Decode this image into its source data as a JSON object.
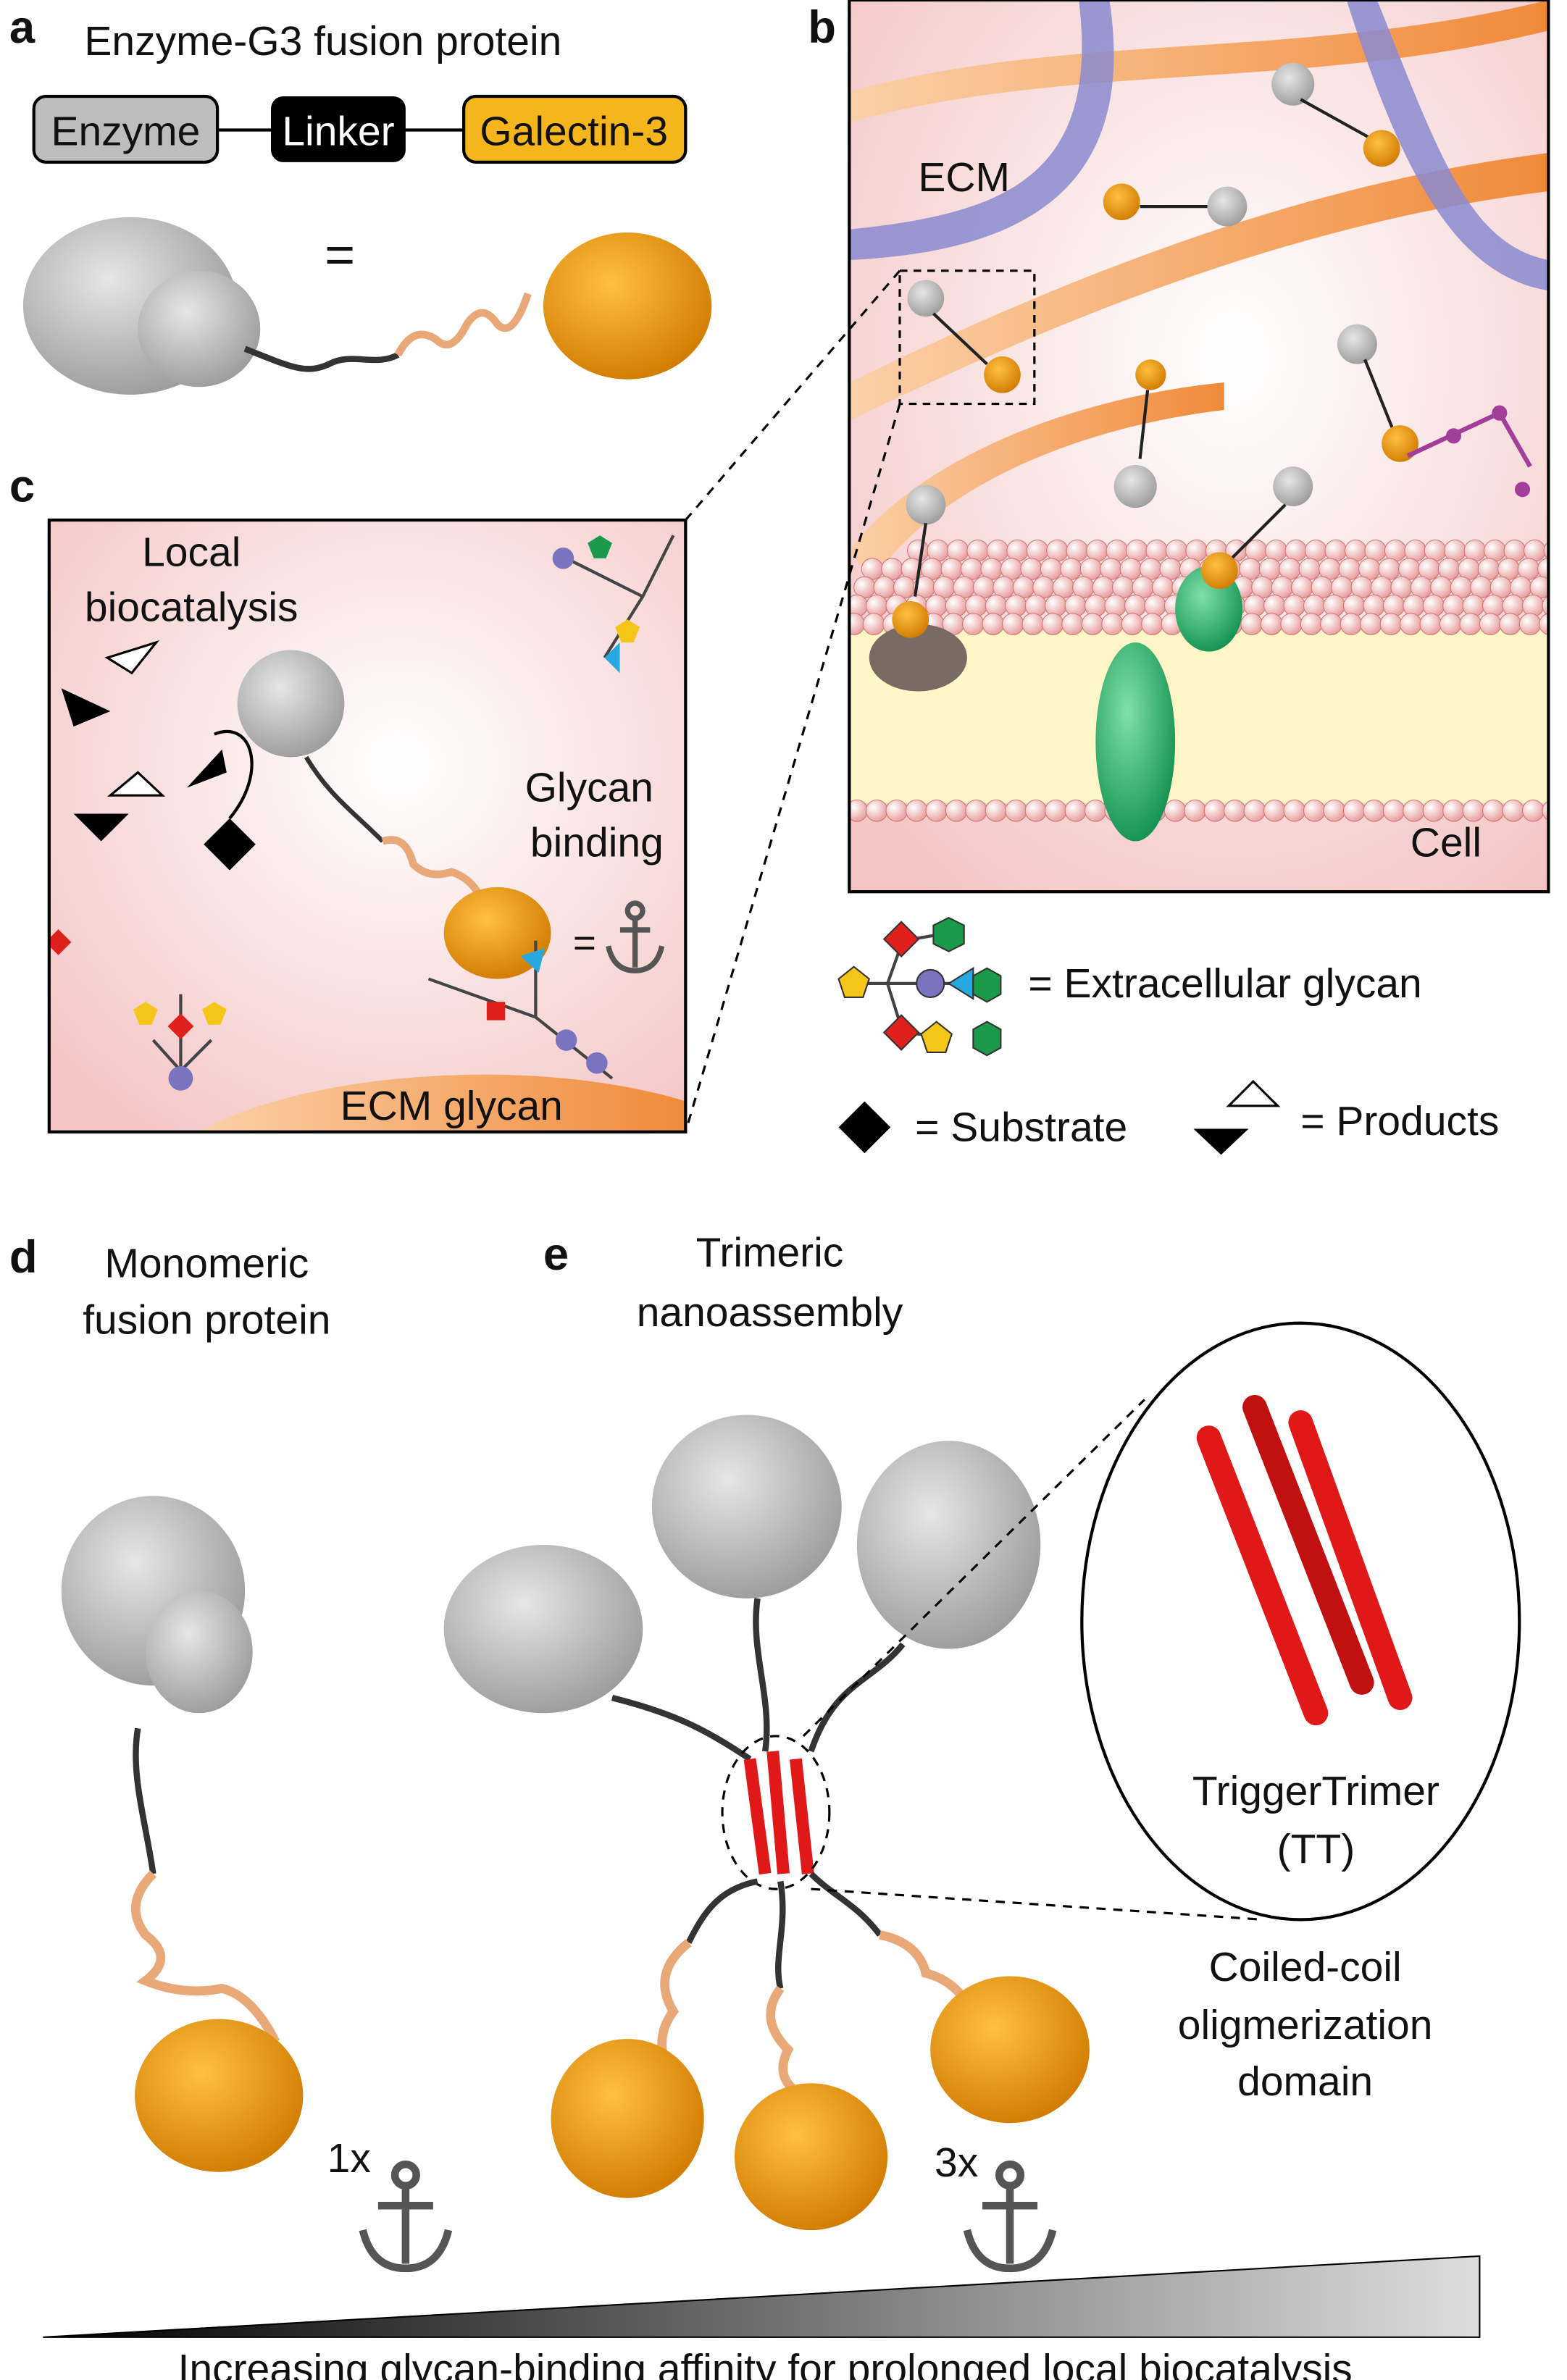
{
  "panel_a": {
    "letter": "a",
    "title": "Enzyme-G3 fusion protein",
    "boxes": [
      "Enzyme",
      "Linker",
      "Galectin-3"
    ],
    "equals": "="
  },
  "panel_b": {
    "letter": "b",
    "ecm": "ECM",
    "cell": "Cell"
  },
  "legend": {
    "glycan": "= Extracellular glycan",
    "substrate": "= Substrate",
    "products": "= Products"
  },
  "panel_c": {
    "letter": "c",
    "local_1": "Local",
    "local_2": "biocatalysis",
    "glycan_1": "Glycan",
    "glycan_2": "binding",
    "ecm_glycan": "ECM glycan",
    "equals": "="
  },
  "panel_d": {
    "letter": "d",
    "title_1": "Monomeric",
    "title_2": "fusion protein",
    "multiplier": "1x"
  },
  "panel_e": {
    "letter": "e",
    "title_1": "Trimeric",
    "title_2": "nanoassembly",
    "tt_1": "TriggerTrimer",
    "tt_2": "(TT)",
    "cc_1": "Coiled-coil",
    "cc_2": "oligmerization",
    "cc_3": "domain",
    "multiplier": "3x"
  },
  "footer": "Increasing glycan-binding affinity for prolonged local biocatalysis",
  "colors": {
    "enzyme": "#bdbdbd",
    "galectin": "#f0a020",
    "linker_tan": "#e8a878",
    "tt_red": "#e01818",
    "membrane_pink": "#f4b8b8",
    "ecm_orange": "#f6a35c",
    "bg_pink": "#fbe0e0"
  }
}
